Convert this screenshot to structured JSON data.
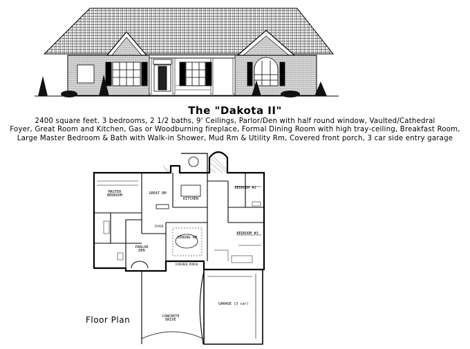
{
  "plan": {
    "title": "The \"Dakota II\"",
    "description_lines": [
      "2400 square feet. 3 bedrooms, 2 1/2 baths, 9' Ceilings, Parlor/Den with half round window, Vaulted/Cathedral",
      "Foyer, Great Room and Kitchen, Gas or Woodburning fireplace, Formal Dining Room with high tray-ceiling, Breakfast Room,",
      "Large Master Bedroom & Bath with Walk-in Shower, Mud Rm & Utility Rm, Covered front porch, 3 car side entry garage"
    ],
    "floor_plan_label": "Floor Plan"
  },
  "rooms": {
    "master": "MASTER\nBEDROOM",
    "great": "GREAT RM",
    "kitchen": "KITCHEN",
    "dining": "DINING RM",
    "parlor": "PARLOR\nDEN",
    "bedroom2": "BEDROOM #2",
    "bedroom3": "BEDROOM #3",
    "garage": "GARAGE (3 car)",
    "drive": "CONCRETE\nDRIVE",
    "porch": "COVERED PORCH",
    "foyer": "FOYER"
  }
}
